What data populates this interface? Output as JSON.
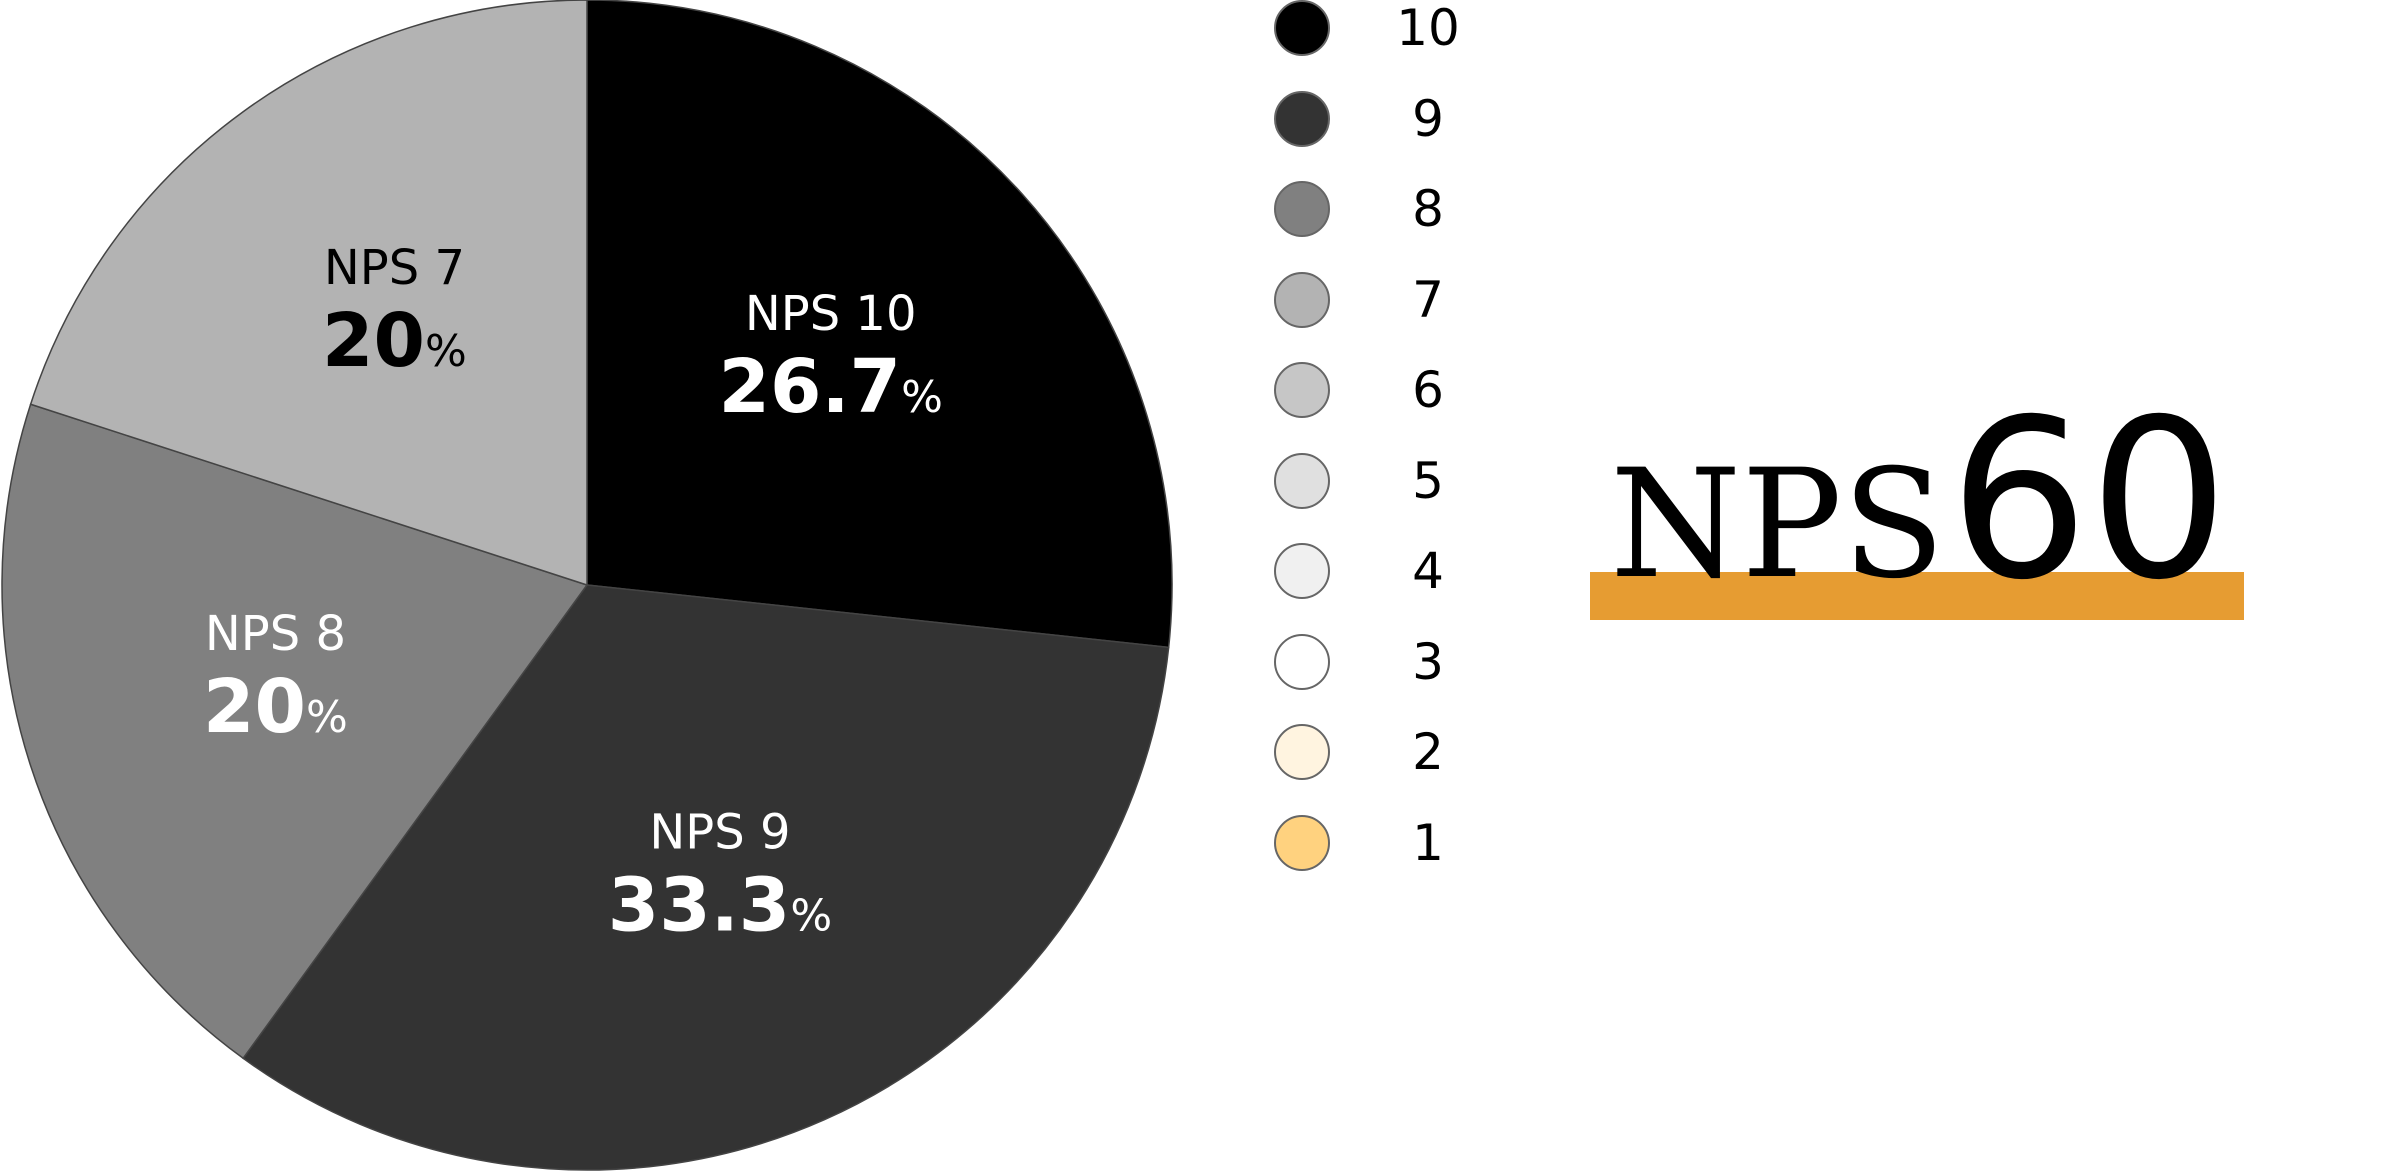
{
  "chart_data": {
    "type": "pie",
    "slices": [
      {
        "name": "NPS 10",
        "value": 26.7,
        "label": "26.7",
        "color": "#000000",
        "text_color": "#ffffff"
      },
      {
        "name": "NPS 9",
        "value": 33.3,
        "label": "33.3",
        "color": "#333333",
        "text_color": "#ffffff"
      },
      {
        "name": "NPS 8",
        "value": 20,
        "label": "20",
        "color": "#808080",
        "text_color": "#ffffff"
      },
      {
        "name": "NPS 7",
        "value": 20,
        "label": "20",
        "color": "#b3b3b3",
        "text_color": "#000000"
      }
    ],
    "unit": "%",
    "start": "top",
    "legend_placement": "right",
    "legend": [
      {
        "label": "10",
        "color": "#000000"
      },
      {
        "label": "9",
        "color": "#333333"
      },
      {
        "label": "8",
        "color": "#808080"
      },
      {
        "label": "7",
        "color": "#b3b3b3"
      },
      {
        "label": "6",
        "color": "#c6c6c6"
      },
      {
        "label": "5",
        "color": "#e0e0e0"
      },
      {
        "label": "4",
        "color": "#f0f0f0"
      },
      {
        "label": "3",
        "color": "#ffffff"
      },
      {
        "label": "2",
        "color": "#fff4e0"
      },
      {
        "label": "1",
        "color": "#ffd27f"
      }
    ]
  },
  "score": {
    "label": "NPS",
    "value": "60",
    "highlight_color": "#e69c32"
  }
}
